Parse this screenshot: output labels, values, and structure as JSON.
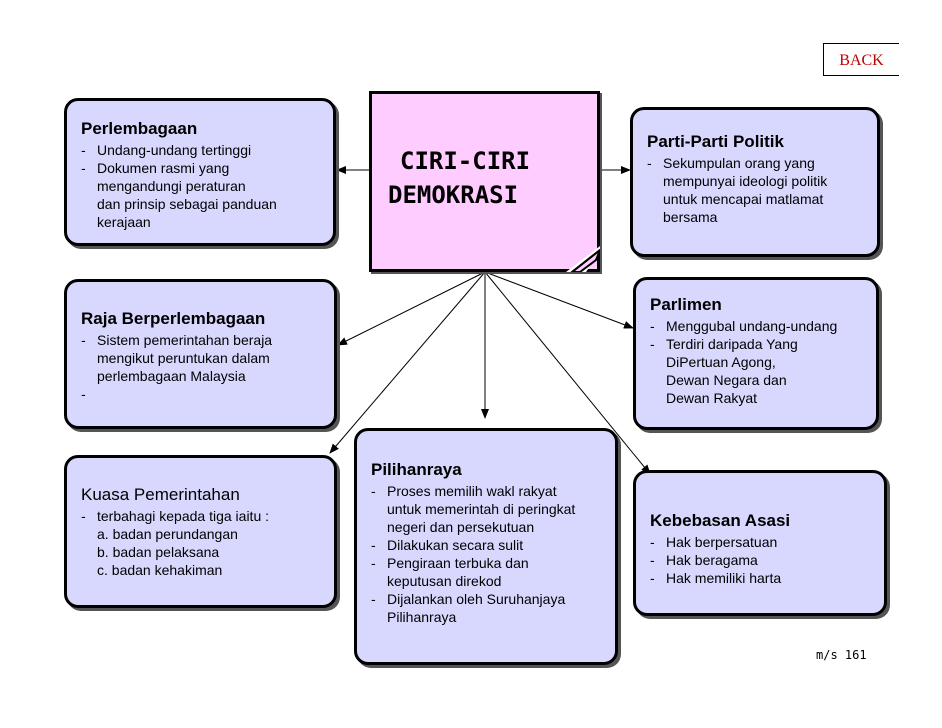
{
  "back_button": {
    "label": "BACK"
  },
  "center": {
    "line1": "CIRI-CIRI",
    "line2": "DEMOKRASI"
  },
  "boxes": {
    "perlembagaan": {
      "title": "Perlembagaan",
      "items": [
        {
          "dash": "-",
          "text": "Undang-undang tertinggi",
          "cont": []
        },
        {
          "dash": "-",
          "text": "Dokumen rasmi yang",
          "cont": [
            "mengandungi peraturan",
            "dan prinsip sebagai panduan",
            "kerajaan"
          ]
        }
      ]
    },
    "parti_politik": {
      "title": "Parti-Parti Politik",
      "items": [
        {
          "dash": "-",
          "text": "Sekumpulan orang yang",
          "cont": [
            "mempunyai ideologi politik",
            "untuk mencapai matlamat",
            "bersama"
          ]
        }
      ]
    },
    "raja": {
      "title": "Raja Berperlembagaan",
      "items": [
        {
          "dash": "-",
          "text": "Sistem pemerintahan beraja",
          "cont": [
            "mengikut peruntukan dalam",
            "perlembagaan Malaysia"
          ]
        },
        {
          "dash": "-",
          "text": "",
          "cont": []
        }
      ]
    },
    "parlimen": {
      "title": "Parlimen",
      "items": [
        {
          "dash": "-",
          "text": "Menggubal undang-undang",
          "cont": []
        },
        {
          "dash": "-",
          "text": "Terdiri daripada Yang",
          "cont": [
            "DiPertuan Agong,",
            "Dewan Negara dan",
            "Dewan Rakyat"
          ]
        }
      ]
    },
    "kuasa": {
      "title": "Kuasa Pemerintahan",
      "items": [
        {
          "dash": "-",
          "text": "terbahagi kepada tiga iaitu :",
          "cont": [
            "a. badan perundangan",
            "b. badan pelaksana",
            "c. badan kehakiman"
          ]
        }
      ]
    },
    "pilihanraya": {
      "title": "Pilihanraya",
      "items": [
        {
          "dash": "-",
          "text": "Proses memilih wakl rakyat",
          "cont": [
            "untuk memerintah di peringkat",
            "negeri dan persekutuan"
          ]
        },
        {
          "dash": "-",
          "text": "Dilakukan secara sulit",
          "cont": []
        },
        {
          "dash": "-",
          "text": "Pengiraan terbuka dan",
          "cont": [
            "keputusan direkod"
          ]
        },
        {
          "dash": "-",
          "text": "Dijalankan oleh Suruhanjaya",
          "cont": [
            "Pilihanraya"
          ]
        }
      ]
    },
    "kebebasan": {
      "title": "Kebebasan Asasi",
      "items": [
        {
          "dash": "-",
          "text": "Hak berpersatuan",
          "cont": []
        },
        {
          "dash": "-",
          "text": "Hak beragama",
          "cont": []
        },
        {
          "dash": "-",
          "text": "Hak memiliki harta",
          "cont": []
        }
      ]
    }
  },
  "page_number": "m/s 161"
}
